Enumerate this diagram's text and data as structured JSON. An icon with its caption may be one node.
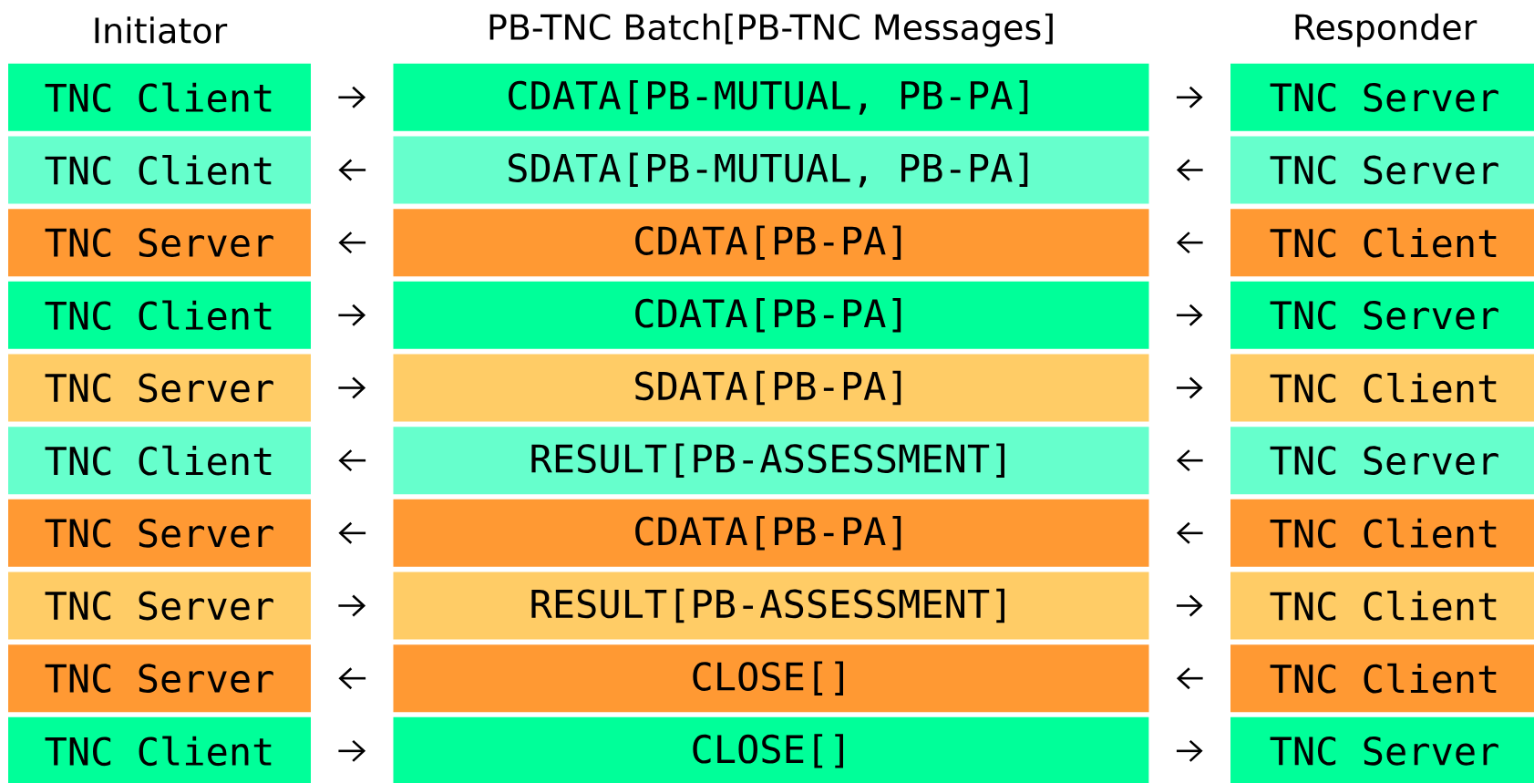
{
  "diagram": {
    "nodes": [
      {
        "text": [
          "TNC Client"
        ]
      },
      {
        "text": [
          "CDATA[PB-MUTUAL, PB-PA]"
        ]
      },
      {
        "text": [
          "TNC Server"
        ]
      },
      {
        "text": [
          "TNC Client"
        ]
      },
      {
        "text": [
          "SDATA[PB-MUTUAL, PB-PA]"
        ]
      },
      {
        "text": [
          "TNC Server"
        ]
      },
      {
        "text": [
          "TNC Server"
        ]
      },
      {
        "text": [
          "CDATA[PB-PA]"
        ]
      },
      {
        "text": [
          "TNC Client"
        ]
      },
      {
        "text": [
          "TNC Client"
        ]
      },
      {
        "text": [
          "CDATA[PB-PA]"
        ]
      },
      {
        "text": [
          "TNC Server"
        ]
      },
      {
        "text": [
          "TNC Server"
        ]
      },
      {
        "text": [
          "SDATA[PB-PA]"
        ]
      },
      {
        "text": [
          "TNC Client"
        ]
      },
      {
        "text": [
          "TNC Client"
        ]
      },
      {
        "text": [
          "RESULT[PB-ASSESSMENT]"
        ]
      },
      {
        "text": [
          "TNC Server"
        ]
      },
      {
        "text": [
          "TNC Server"
        ]
      },
      {
        "text": [
          "CDATA[PB-PA]"
        ]
      },
      {
        "text": [
          "TNC Client"
        ]
      },
      {
        "text": [
          "TNC Server"
        ]
      },
      {
        "text": [
          "RESULT[PB-ASSESSMENT]"
        ]
      },
      {
        "text": [
          "TNC Client"
        ]
      },
      {
        "text": [
          "TNC Server"
        ]
      },
      {
        "text": [
          "CLOSE[]"
        ]
      },
      {
        "text": [
          "TNC Client"
        ]
      },
      {
        "text": [
          "TNC Client"
        ]
      },
      {
        "text": [
          "CLOSE[]"
        ]
      },
      {
        "text": [
          "TNC Server"
        ]
      }
    ],
    "edges": [
      {
        "from": 0,
        "to": 1,
        "arrow": "to"
      },
      {
        "from": 1,
        "to": 2,
        "arrow": "to"
      },
      {
        "from": 5,
        "to": 4,
        "arrow": "to"
      },
      {
        "from": 4,
        "to": 3,
        "arrow": "to"
      },
      {
        "from": 8,
        "to": 7,
        "arrow": "to"
      },
      {
        "from": 7,
        "to": 6,
        "arrow": "to"
      },
      {
        "from": 9,
        "to": 10,
        "arrow": "to"
      },
      {
        "from": 10,
        "to": 11,
        "arrow": "to"
      },
      {
        "from": 12,
        "to": 13,
        "arrow": "to"
      },
      {
        "from": 13,
        "to": 14,
        "arrow": "to"
      },
      {
        "from": 17,
        "to": 16,
        "arrow": "to"
      },
      {
        "from": 16,
        "to": 15,
        "arrow": "to"
      },
      {
        "from": 20,
        "to": 19,
        "arrow": "to"
      },
      {
        "from": 19,
        "to": 18,
        "arrow": "to"
      },
      {
        "from": 21,
        "to": 22,
        "arrow": "to"
      },
      {
        "from": 22,
        "to": 23,
        "arrow": "to"
      },
      {
        "from": 26,
        "to": 25,
        "arrow": "to"
      },
      {
        "from": 25,
        "to": 24,
        "arrow": "to"
      },
      {
        "from": 27,
        "to": 28,
        "arrow": "to"
      },
      {
        "from": 28,
        "to": 29,
        "arrow": "to"
      }
    ],
    "labels": [
      "Initiator",
      "PB-TNC Batch[PB-TNC Messages]",
      "Responder"
    ]
  }
}
